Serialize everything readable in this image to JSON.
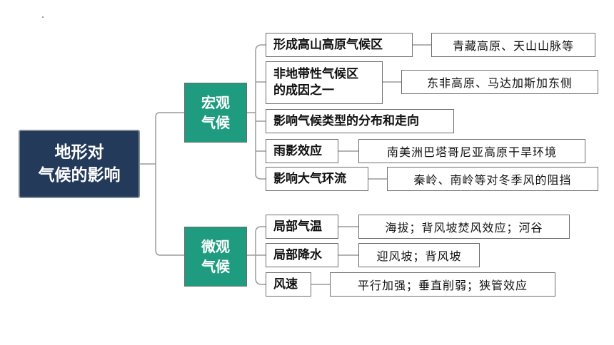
{
  "root": {
    "line1": "地形对",
    "line2": "气候的影响"
  },
  "macro": {
    "label_line1": "宏观",
    "label_line2": "气候",
    "items": [
      {
        "label": "形成高山高原气候区",
        "example": "青藏高原、天山山脉等"
      },
      {
        "label_line1": "非地带性气候区",
        "label_line2": "的成因之一",
        "example": "东非高原、马达加斯加东侧"
      },
      {
        "label": "影响气候类型的分布和走向"
      },
      {
        "label": "雨影效应",
        "example": "南美洲巴塔哥尼亚高原干旱环境"
      },
      {
        "label": "影响大气环流",
        "example": "秦岭、南岭等对冬季风的阻挡"
      }
    ]
  },
  "micro": {
    "label_line1": "微观",
    "label_line2": "气候",
    "items": [
      {
        "label": "局部气温",
        "example": "海拔；背风坡焚风效应；河谷"
      },
      {
        "label": "局部降水",
        "example": "迎风坡；背风坡"
      },
      {
        "label": "风速",
        "example": "平行加强；垂直削弱；狭管效应"
      }
    ]
  },
  "colors": {
    "root_fill": "#243a5a",
    "branch_fill": "#1f9c80",
    "line": "#9a9a9a"
  }
}
